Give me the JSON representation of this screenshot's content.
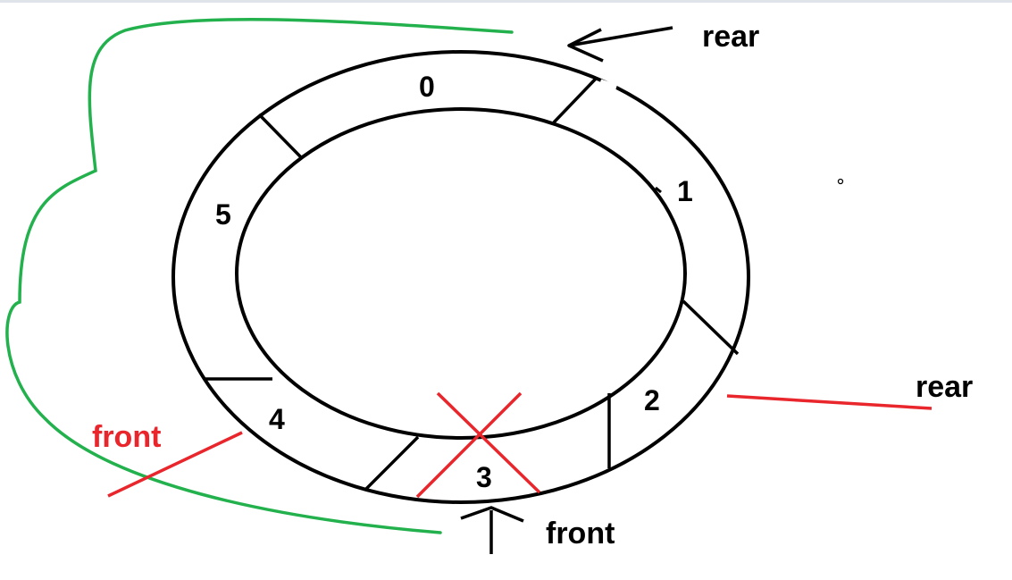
{
  "slots": [
    "0",
    "1",
    "2",
    "3",
    "4",
    "5"
  ],
  "pointers": {
    "rear_top": "rear",
    "rear_right": "rear",
    "front_bottom": "front",
    "front_left": "front"
  },
  "colors": {
    "ink": "#000000",
    "strike": "#e8262c",
    "wrap": "#22b14c",
    "bar": "#dfe3ea"
  }
}
